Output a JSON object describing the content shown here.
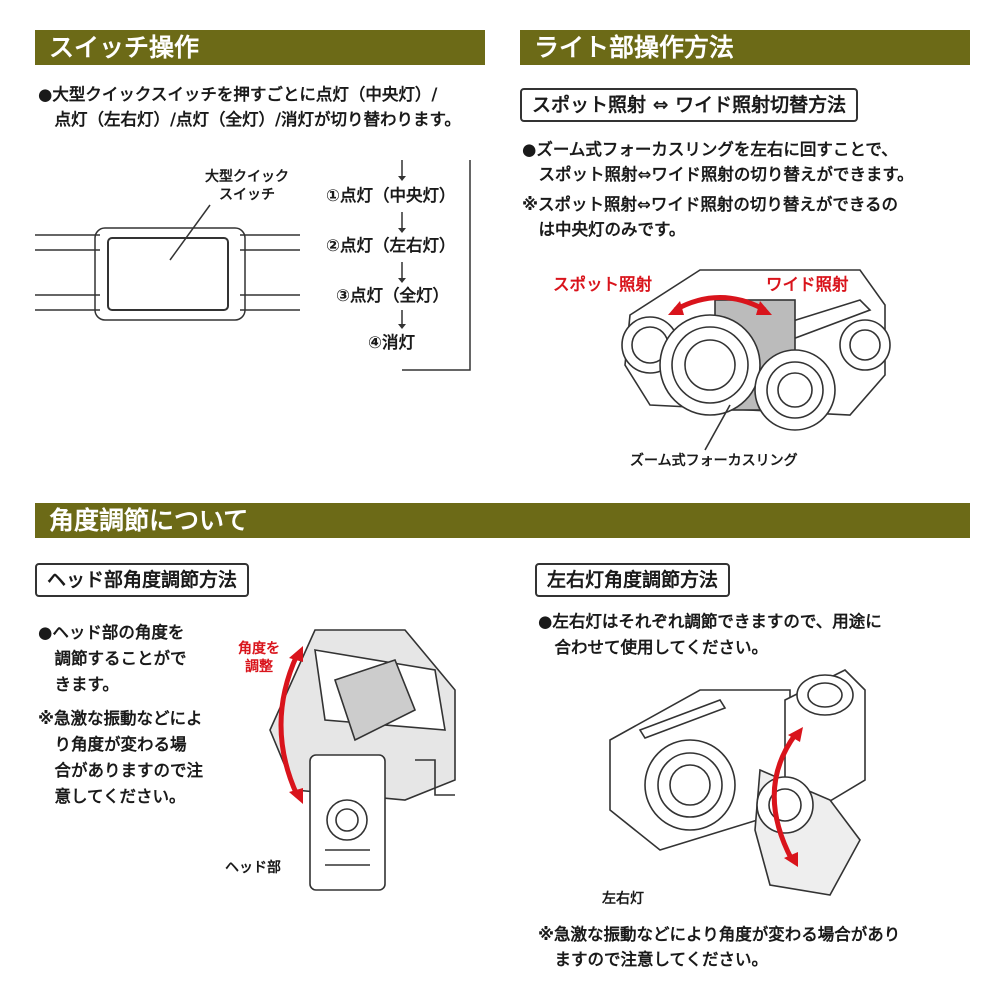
{
  "switch_section": {
    "title": "スイッチ操作",
    "lines": [
      "●大型クイックスイッチを押すごとに点灯（中央灯）/",
      "　点灯（左右灯）/点灯（全灯）/消灯が切り替わります。"
    ],
    "switch_label": [
      "大型クイック",
      "スイッチ"
    ],
    "steps": [
      "①点灯（中央灯）",
      "②点灯（左右灯）",
      "③点灯（全灯）",
      "④消灯"
    ]
  },
  "light_section": {
    "title": "ライト部操作方法",
    "subtitle": "スポット照射 ⇔ ワイド照射切替方法",
    "lines": [
      "●ズーム式フォーカスリングを左右に回すことで、",
      "　スポット照射⇔ワイド照射の切り替えができます。",
      "※スポット照射⇔ワイド照射の切り替えができるの",
      "　は中央灯のみです。"
    ],
    "spot_label": "スポット照射",
    "wide_label": "ワイド照射",
    "ring_label": "ズーム式フォーカスリング"
  },
  "angle_section": {
    "title": "角度調節について",
    "head": {
      "subtitle": "ヘッド部角度調節方法",
      "lines": [
        "●ヘッド部の角度を",
        "　調節することがで",
        "　きます。"
      ],
      "notes": [
        "※急激な振動などによ",
        "　り角度が変わる場",
        "　合がありますので注",
        "　意してください。"
      ],
      "adjust_label": [
        "角度を",
        "調整"
      ],
      "head_label": "ヘッド部"
    },
    "side": {
      "subtitle": "左右灯角度調節方法",
      "lines": [
        "●左右灯はそれぞれ調節できますので、用途に",
        "　合わせて使用してください。"
      ],
      "side_label": "左右灯",
      "notes": [
        "※急激な振動などにより角度が変わる場合があり",
        "　ますので注意してください。"
      ]
    }
  },
  "colors": {
    "header": "#6c6a17",
    "accent": "#d9141c"
  }
}
